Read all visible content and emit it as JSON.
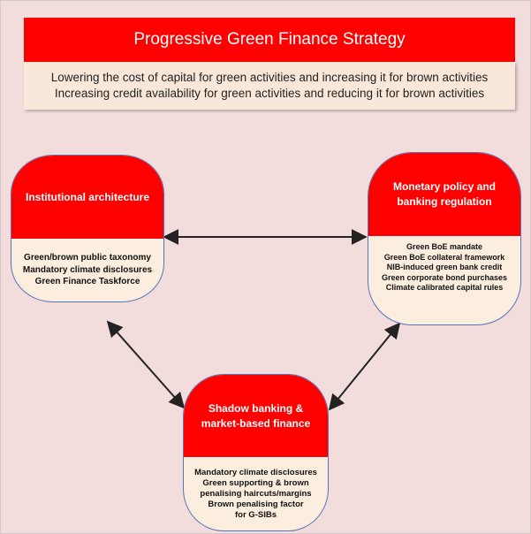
{
  "header": {
    "title": "Progressive Green Finance Strategy",
    "subtitle_lines": [
      "Lowering the cost of capital for green activities and increasing it for brown activities",
      "Increasing credit availability for green activities and reducing it for brown activities"
    ]
  },
  "nodes": {
    "institutional": {
      "title": "Institutional architecture",
      "items": [
        "Green/brown public taxonomy",
        "Mandatory climate disclosures",
        "Green Finance Taskforce"
      ]
    },
    "monetary": {
      "title_lines": [
        "Monetary policy and",
        "banking regulation"
      ],
      "items": [
        "Green BoE mandate",
        "Green BoE collateral framework",
        "NIB-induced green bank credit",
        "Green corporate bond purchases",
        "Climate calibrated capital rules"
      ]
    },
    "shadow": {
      "title_lines": [
        "Shadow banking &",
        "market-based finance"
      ],
      "items": [
        "Mandatory climate disclosures",
        "Green supporting & brown",
        "penalising haircuts/margins",
        "Brown penalising factor",
        "for G-SIBs"
      ]
    }
  },
  "colors": {
    "accent_red": "#ff0000",
    "box_fill": "#fbeede",
    "background": "#f3dcdc",
    "arrow": "#222222"
  }
}
